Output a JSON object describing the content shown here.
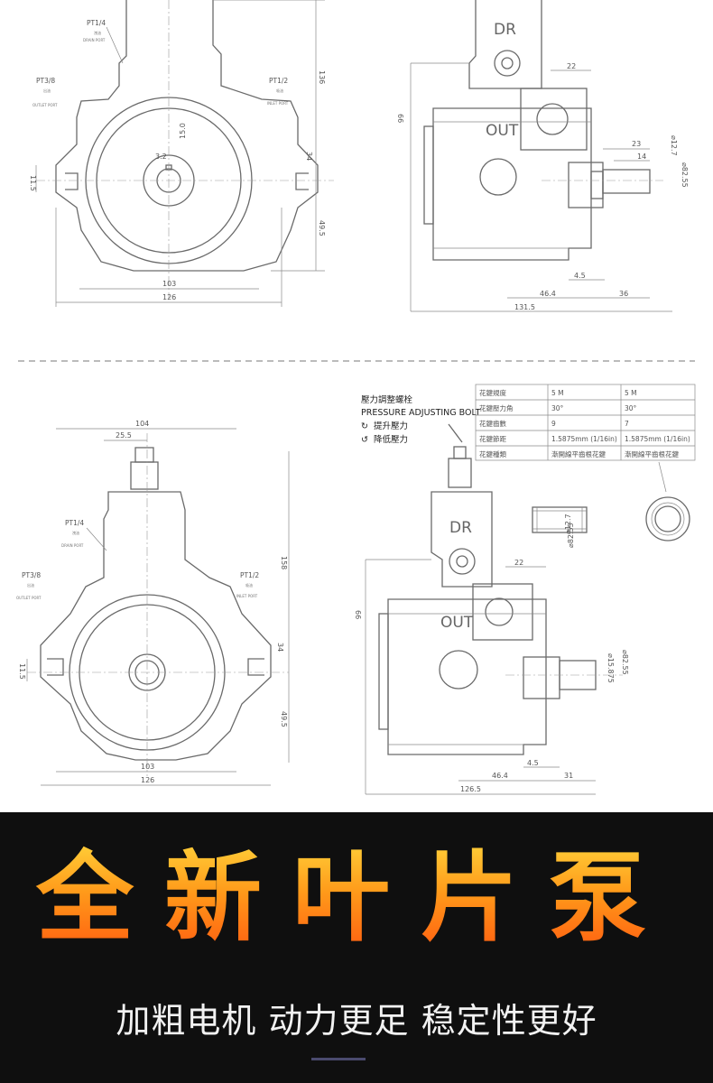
{
  "drawing": {
    "top": {
      "ports": {
        "drain": {
          "code": "PT1/4",
          "cn": "洩油",
          "en": "DRAIN PORT"
        },
        "outlet": {
          "code": "PT3/8",
          "cn": "出油",
          "en": "OUTLET PORT"
        },
        "inlet": {
          "code": "PT1/2",
          "cn": "吸油",
          "en": "INLET PORT"
        }
      },
      "front_dims": {
        "width_inner": "103",
        "width_outer": "126",
        "height_top": "136",
        "h34": "34",
        "h49": "49.5",
        "side": "11.5",
        "key": "3.2",
        "bore": "15.0"
      },
      "side_labels": {
        "dr": "DR",
        "out": "OUT"
      },
      "side_dims": {
        "d22": "22",
        "d66": "66",
        "d23": "23",
        "d14": "14",
        "shaft_small": "⌀12.7",
        "shaft_big": "⌀82.55",
        "d4_5": "4.5",
        "d46_4": "46.4",
        "d36": "36",
        "d131_5": "131.5"
      }
    },
    "bottom": {
      "ports": {
        "drain": {
          "code": "PT1/4",
          "cn": "洩油",
          "en": "DRAIN PORT"
        },
        "outlet": {
          "code": "PT3/8",
          "cn": "出油",
          "en": "OUTLET PORT"
        },
        "inlet": {
          "code": "PT1/2",
          "cn": "吸油",
          "en": "INLET PORT"
        }
      },
      "front_dims": {
        "d104": "104",
        "d25_5": "25.5",
        "d158": "158",
        "d34": "34",
        "d49_5": "49.5",
        "d11_5": "11.5",
        "d103": "103",
        "d126": "126"
      },
      "callout": {
        "title": "壓力調整螺栓",
        "en": "PRESSURE ADJUSTING BOLT",
        "increase": "提升壓力",
        "decrease": "降低壓力"
      },
      "table": {
        "rows": [
          [
            "花鍵規度",
            "5 M",
            "5 M"
          ],
          [
            "花鍵壓力角",
            "30°",
            "30°"
          ],
          [
            "花鍵齒數",
            "9",
            "7"
          ],
          [
            "花鍵節距",
            "1.5875mm (1/16in)",
            "1.5875mm (1/16in)"
          ],
          [
            "花鍵種類",
            "漸開線平齒根花鍵",
            "漸開線平齒根花鍵"
          ]
        ]
      },
      "spline_dims": {
        "d12_7": "⌀12.7",
        "d82": "⌀82.55"
      },
      "side_labels": {
        "dr": "DR",
        "out": "OUT"
      },
      "side_dims": {
        "d22": "22",
        "d66": "66",
        "shaft": "⌀15.875",
        "big": "⌀82.55",
        "d4_5": "4.5",
        "d46_4": "46.4",
        "d31": "31",
        "d126_5": "126.5"
      }
    }
  },
  "banner": {
    "headline": "全新叶片泵",
    "subline": "加粗电机 动力更足 稳定性更好"
  }
}
